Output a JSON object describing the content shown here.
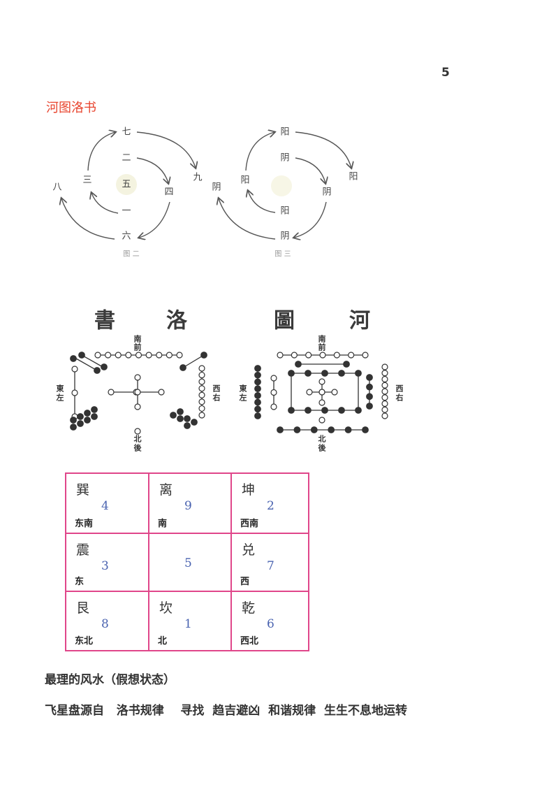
{
  "page_number": "5",
  "title": "河图洛书",
  "figure2": {
    "labels": {
      "seven": "七",
      "two": "二",
      "nine": "九",
      "three": "三",
      "five": "五",
      "eight": "八",
      "four": "四",
      "one": "一",
      "six": "六"
    },
    "caption": "图 二"
  },
  "figure3": {
    "labels": {
      "top": "阳",
      "inner_top": "阴",
      "right": "阳",
      "inner_left": "阳",
      "left": "阴",
      "inner_right": "阴",
      "inner_bottom": "阳",
      "bottom": "阴"
    },
    "caption": "图 三"
  },
  "luoshu": {
    "title": [
      "書",
      "洛"
    ],
    "directions": {
      "south": "南",
      "front": "前",
      "north": "北",
      "back": "後",
      "east": "東",
      "left": "左",
      "west": "西",
      "right": "右"
    }
  },
  "hetu": {
    "title": [
      "圖",
      "河"
    ],
    "directions": {
      "south": "南",
      "front": "前",
      "north": "北",
      "back": "後",
      "east": "東",
      "left": "左",
      "west": "西",
      "right": "右"
    }
  },
  "grid": {
    "cells": [
      {
        "trigram": "巽",
        "number": "4",
        "direction": "东南"
      },
      {
        "trigram": "离",
        "number": "9",
        "direction": "南"
      },
      {
        "trigram": "坤",
        "number": "2",
        "direction": "西南"
      },
      {
        "trigram": "震",
        "number": "3",
        "direction": "东"
      },
      {
        "trigram": "",
        "number": "5",
        "direction": ""
      },
      {
        "trigram": "兑",
        "number": "7",
        "direction": "西"
      },
      {
        "trigram": "艮",
        "number": "8",
        "direction": "东北"
      },
      {
        "trigram": "坎",
        "number": "1",
        "direction": "北"
      },
      {
        "trigram": "乾",
        "number": "6",
        "direction": "西北"
      }
    ],
    "border_color": "#e0468a",
    "number_color": "#4a63b0"
  },
  "caption_line": "最理的风水（假想状态）",
  "summary_line": "飞星盘源自   洛书规律    寻找  趋吉避凶  和谐规律  生生不息地运转"
}
